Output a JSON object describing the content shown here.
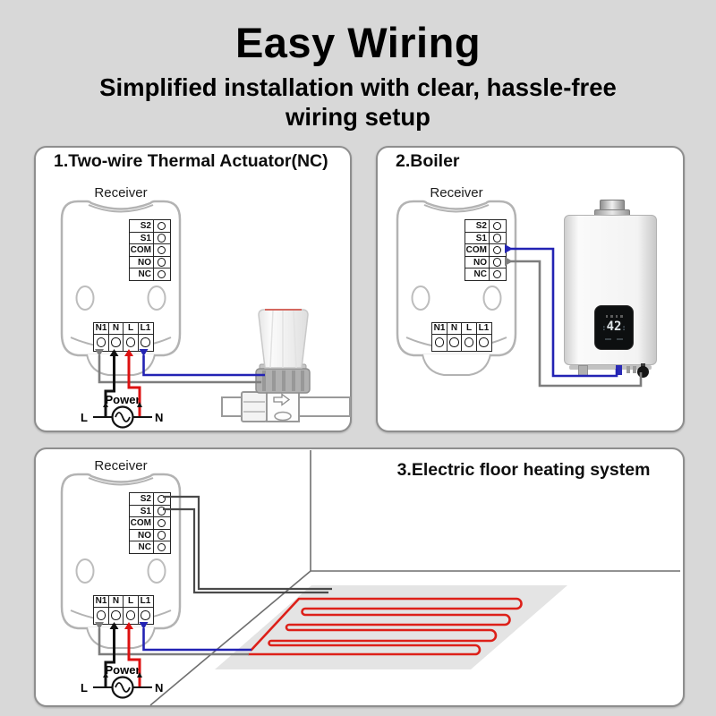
{
  "header": {
    "title": "Easy Wiring",
    "subtitle_line1": "Simplified installation with clear, hassle-free",
    "subtitle_line2": "wiring setup"
  },
  "panels": {
    "p1": {
      "title": "1.Two-wire Thermal Actuator(NC)"
    },
    "p2": {
      "title": "2.Boiler"
    },
    "p3": {
      "title": "3.Electric floor heating system"
    }
  },
  "receiver": {
    "label": "Receiver",
    "upper_terminals": [
      "S2",
      "S1",
      "COM",
      "NO",
      "NC"
    ],
    "lower_terminals": [
      "N1",
      "N",
      "L",
      "L1"
    ]
  },
  "power": {
    "label": "Power",
    "left": "L",
    "right": "N"
  },
  "boiler": {
    "display_value": "42",
    "display_flank": ":"
  },
  "colors": {
    "background": "#d8d8d8",
    "panel_border": "#8e8e8e",
    "wire_blue": "#2323b4",
    "wire_red": "#dd1111",
    "wire_gray": "#7d7d7d",
    "wire_black": "#111111",
    "sensor_wire": "#4a4a4a",
    "heating_cable": "#dd2019"
  }
}
